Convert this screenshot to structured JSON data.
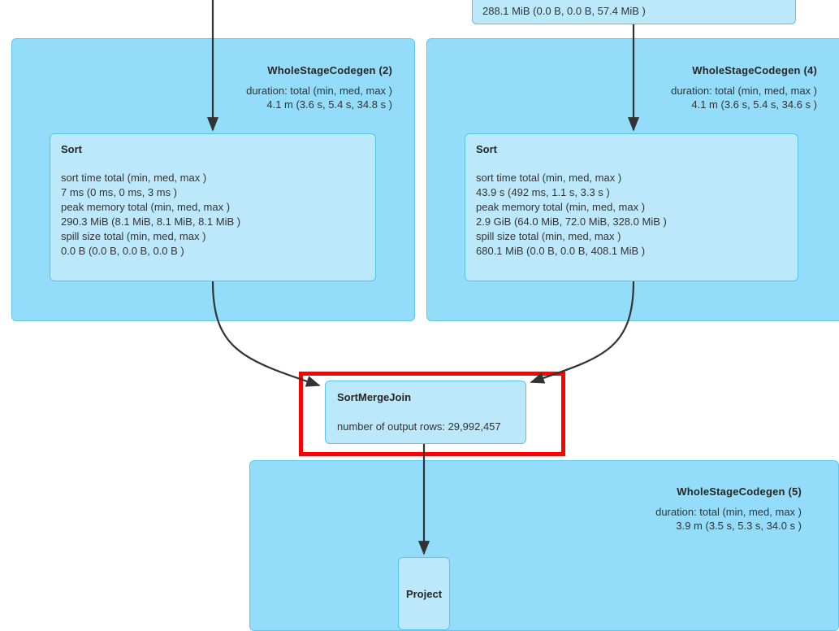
{
  "diagram": {
    "type": "spark-sql-physical-plan-dag",
    "colors": {
      "cluster_fill": "#93DDFB",
      "cluster_stroke": "#63C6ED",
      "node_fill": "#BCE8FC",
      "node_stroke": "#57C4EC",
      "highlight": "#FF0000",
      "edge": "#333333",
      "background": "#FFFFFF"
    }
  },
  "top_partial_node": {
    "metrics": "288.1 MiB (0.0 B, 0.0 B, 57.4 MiB )"
  },
  "clusters": [
    {
      "id": "wholestagecodegen-2",
      "title": "WholeStageCodegen (2)",
      "metrics_label": "duration: total (min, med, max )",
      "metrics_value": "4.1 m (3.6 s, 5.4 s, 34.8 s )"
    },
    {
      "id": "wholestagecodegen-4",
      "title": "WholeStageCodegen (4)",
      "metrics_label": "duration: total (min, med, max )",
      "metrics_value": "4.1 m (3.6 s, 5.4 s, 34.6 s )"
    },
    {
      "id": "wholestagecodegen-5",
      "title": "WholeStageCodegen (5)",
      "metrics_label": "duration: total (min, med, max )",
      "metrics_value": "3.9 m (3.5 s, 5.3 s, 34.0 s )"
    }
  ],
  "nodes": {
    "sort_left": {
      "title": "Sort",
      "metrics": "sort time total (min, med, max )\n7 ms (0 ms, 0 ms, 3 ms )\npeak memory total (min, med, max )\n290.3 MiB (8.1 MiB, 8.1 MiB, 8.1 MiB )\nspill size total (min, med, max )\n0.0 B (0.0 B, 0.0 B, 0.0 B )"
    },
    "sort_right": {
      "title": "Sort",
      "metrics": "sort time total (min, med, max )\n43.9 s (492 ms, 1.1 s, 3.3 s )\npeak memory total (min, med, max )\n2.9 GiB (64.0 MiB, 72.0 MiB, 328.0 MiB )\nspill size total (min, med, max )\n680.1 MiB (0.0 B, 0.0 B, 408.1 MiB )"
    },
    "sort_merge_join": {
      "title": "SortMergeJoin",
      "metrics": "number of output rows: 29,992,457"
    },
    "project": {
      "title": "Project"
    }
  }
}
